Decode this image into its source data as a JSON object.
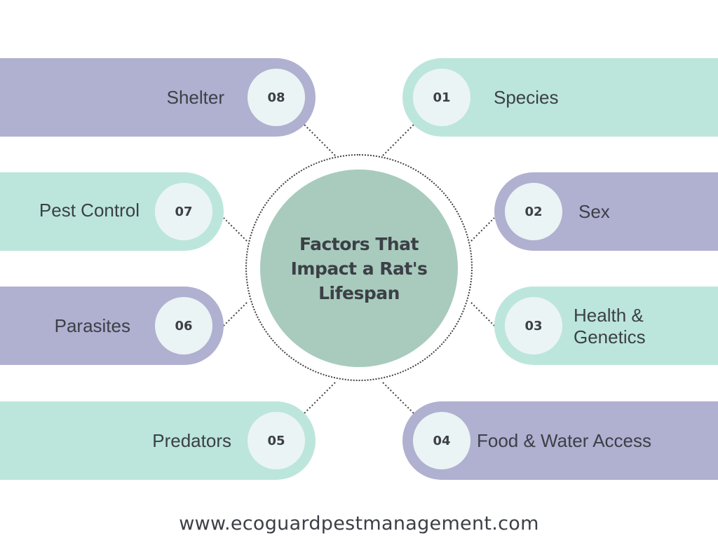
{
  "title": "Factors That Impact a Rat's Lifespan",
  "factors": [
    {
      "num": "01",
      "label": "Species"
    },
    {
      "num": "02",
      "label": "Sex"
    },
    {
      "num": "03",
      "label": "Health & Genetics"
    },
    {
      "num": "04",
      "label": "Food & Water Access"
    },
    {
      "num": "05",
      "label": "Predators"
    },
    {
      "num": "06",
      "label": "Parasites"
    },
    {
      "num": "07",
      "label": "Pest Control"
    },
    {
      "num": "08",
      "label": "Shelter"
    }
  ],
  "footer": "www.ecoguardpestmanagement.com",
  "colors": {
    "purple": "#b0b0d1",
    "mint": "#bce6dc",
    "center": "#a8cbbd",
    "badge": "#ebf4f4",
    "text": "#3c4046"
  }
}
